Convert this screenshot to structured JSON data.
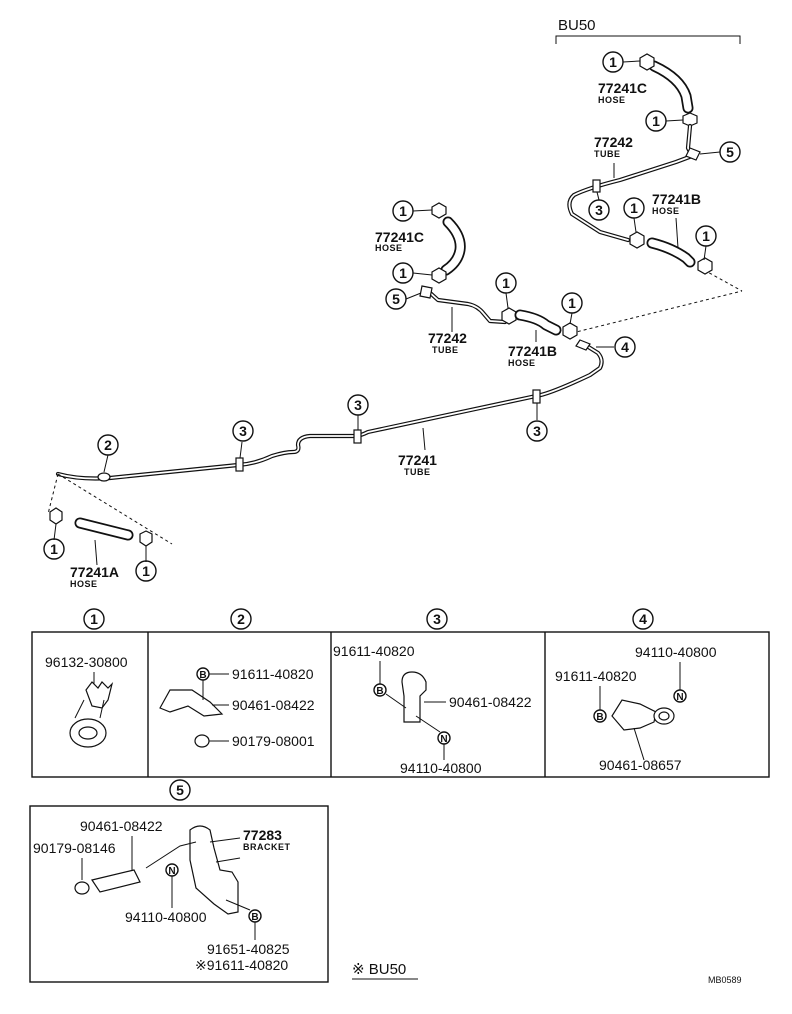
{
  "variant": "BU50",
  "variant_note": "※ BU50",
  "drawing_code": "MB0589",
  "refs": [
    "1",
    "2",
    "3",
    "4",
    "5"
  ],
  "parts": {
    "tube_77241": {
      "number": "77241",
      "name": "TUBE"
    },
    "tube_77242": {
      "number": "77242",
      "name": "TUBE"
    },
    "hose_77241a": {
      "number": "77241A",
      "name": "HOSE"
    },
    "hose_77241b": {
      "number": "77241B",
      "name": "HOSE"
    },
    "hose_77241c": {
      "number": "77241C",
      "name": "HOSE"
    },
    "bracket_77283": {
      "number": "77283",
      "name": "BRACKET"
    }
  },
  "detail_1": {
    "ref": "1",
    "part": "96132-30800"
  },
  "detail_2": {
    "ref": "2",
    "bolt": "91611-40820",
    "clamp": "90461-08422",
    "grommet": "90179-08001",
    "bolt_marker": "B"
  },
  "detail_3": {
    "ref": "3",
    "bolt": "91611-40820",
    "clamp": "90461-08422",
    "nut": "94110-40800",
    "bolt_marker": "B",
    "nut_marker": "N"
  },
  "detail_4": {
    "ref": "4",
    "nut": "94110-40800",
    "bolt": "91611-40820",
    "clamp": "90461-08657",
    "bolt_marker": "B",
    "nut_marker": "N"
  },
  "detail_5": {
    "ref": "5",
    "clamp": "90461-08422",
    "grommet": "90179-08146",
    "bracket_number": "77283",
    "bracket_name": "BRACKET",
    "nut": "94110-40800",
    "bolt": "91651-40825",
    "bolt_alt": "※91611-40820",
    "bolt_marker": "B",
    "nut_marker": "N"
  }
}
